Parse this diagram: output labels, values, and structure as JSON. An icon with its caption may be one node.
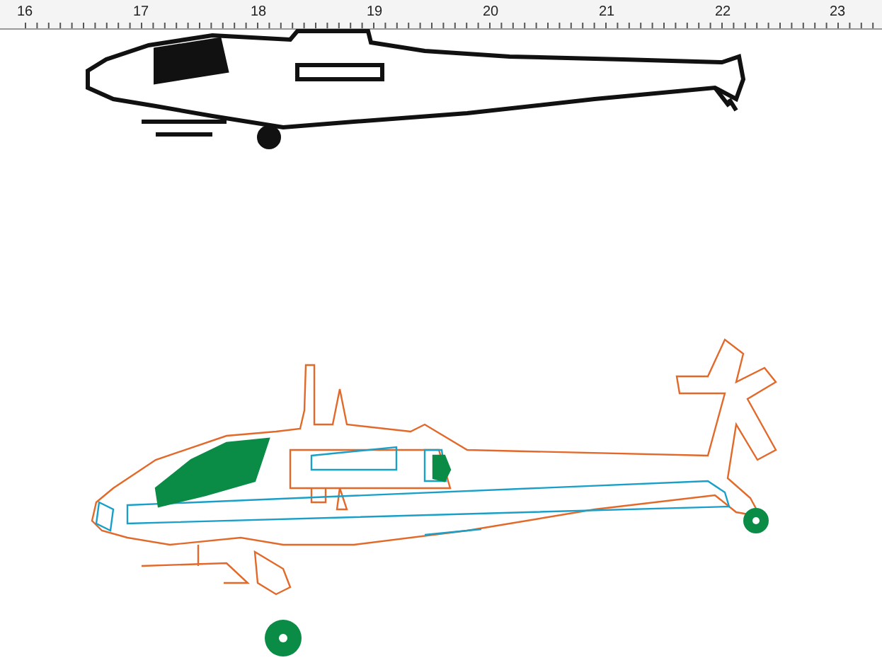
{
  "diagram": {
    "labels": [
      "16",
      "17",
      "18",
      "19",
      "20",
      "21",
      "22",
      "23"
    ]
  }
}
